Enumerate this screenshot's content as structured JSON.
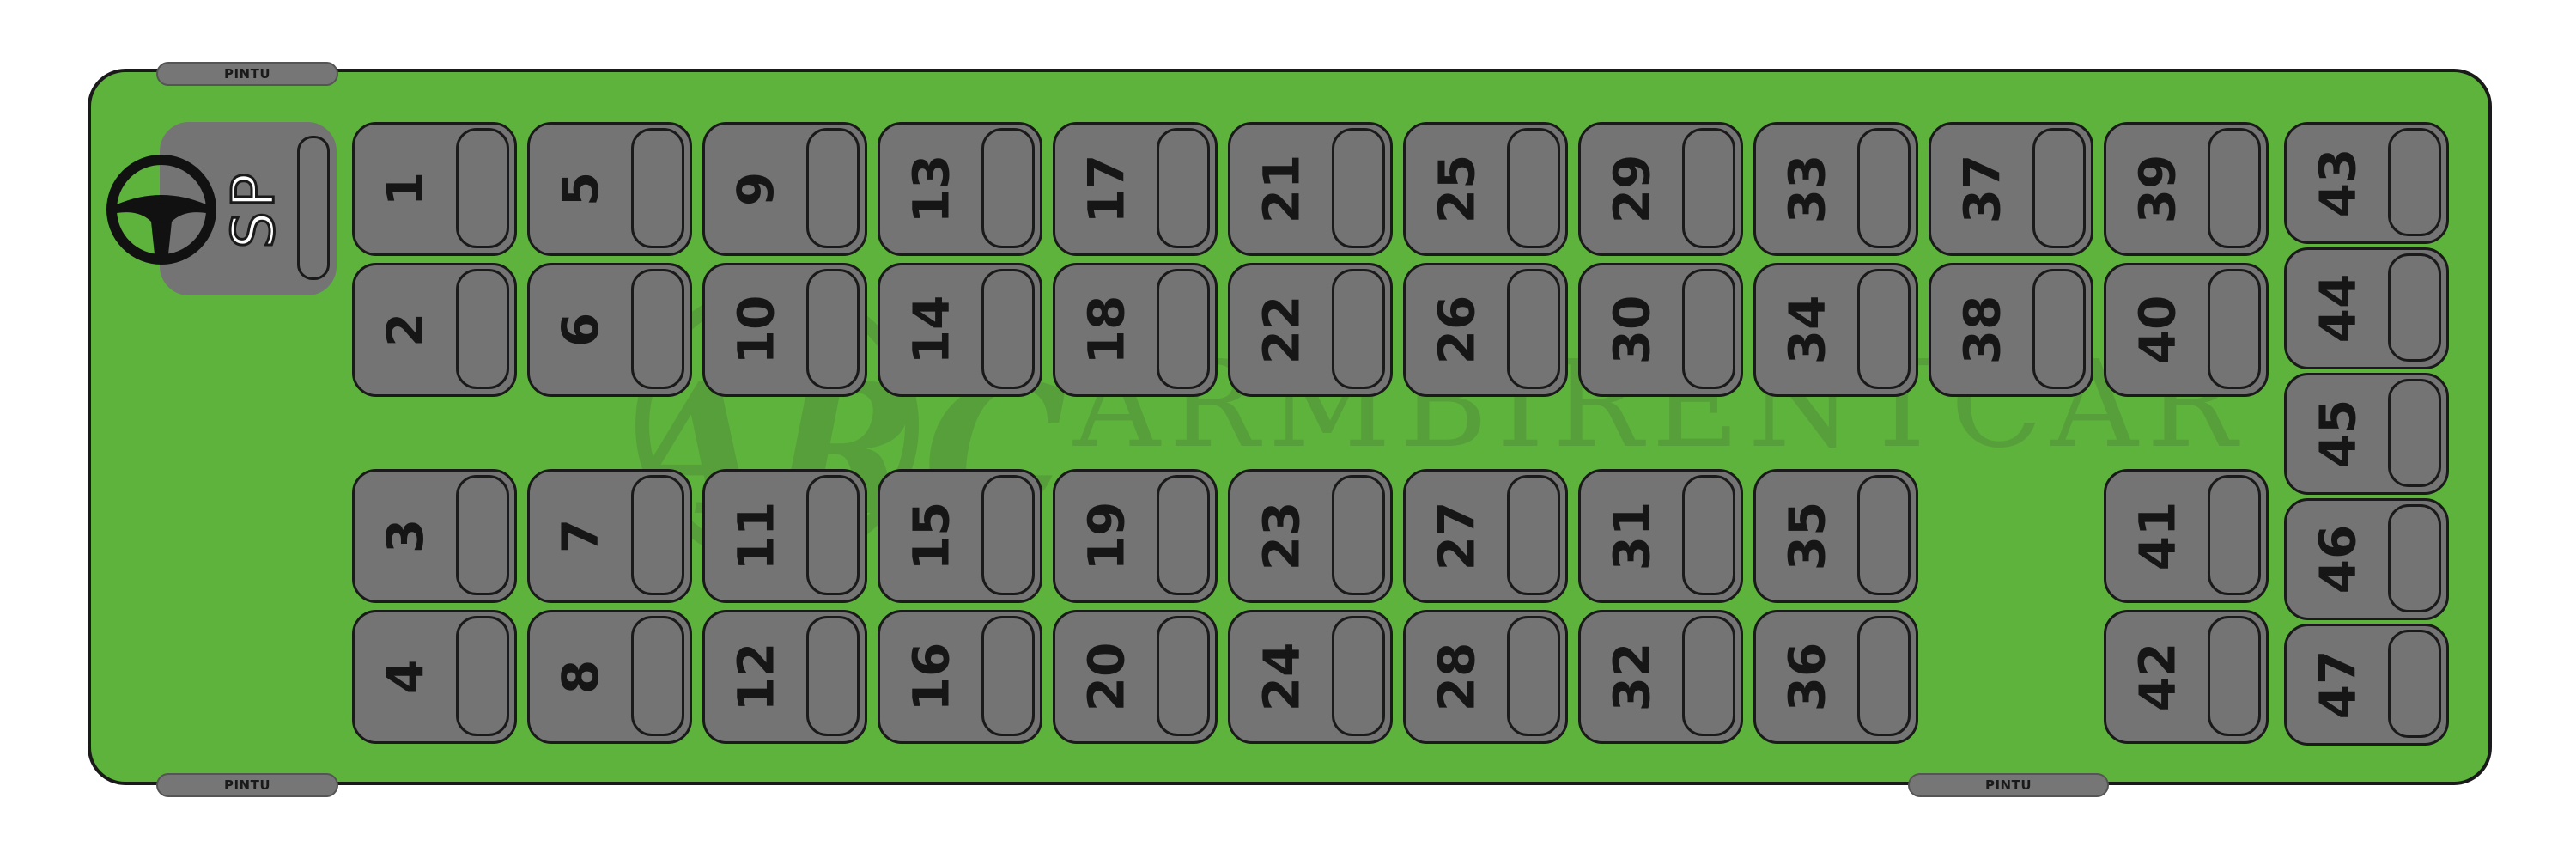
{
  "bus": {
    "door_label": "PINTU",
    "driver_label": "SP",
    "watermark": {
      "logo": "ARC",
      "text": "ARMBIRENTCAR"
    }
  },
  "seats": [
    "1",
    "2",
    "3",
    "4",
    "5",
    "6",
    "7",
    "8",
    "9",
    "10",
    "11",
    "12",
    "13",
    "14",
    "15",
    "16",
    "17",
    "18",
    "19",
    "20",
    "21",
    "22",
    "23",
    "24",
    "25",
    "26",
    "27",
    "28",
    "29",
    "30",
    "31",
    "32",
    "33",
    "34",
    "35",
    "36",
    "37",
    "38",
    "39",
    "40",
    "41",
    "42",
    "43",
    "44",
    "45",
    "46",
    "47"
  ],
  "colors": {
    "body": "#5db33b",
    "seat": "#747474",
    "outline": "#1a1a1a",
    "door": "#767676"
  },
  "icons": {
    "steering": "steering-wheel-icon"
  }
}
